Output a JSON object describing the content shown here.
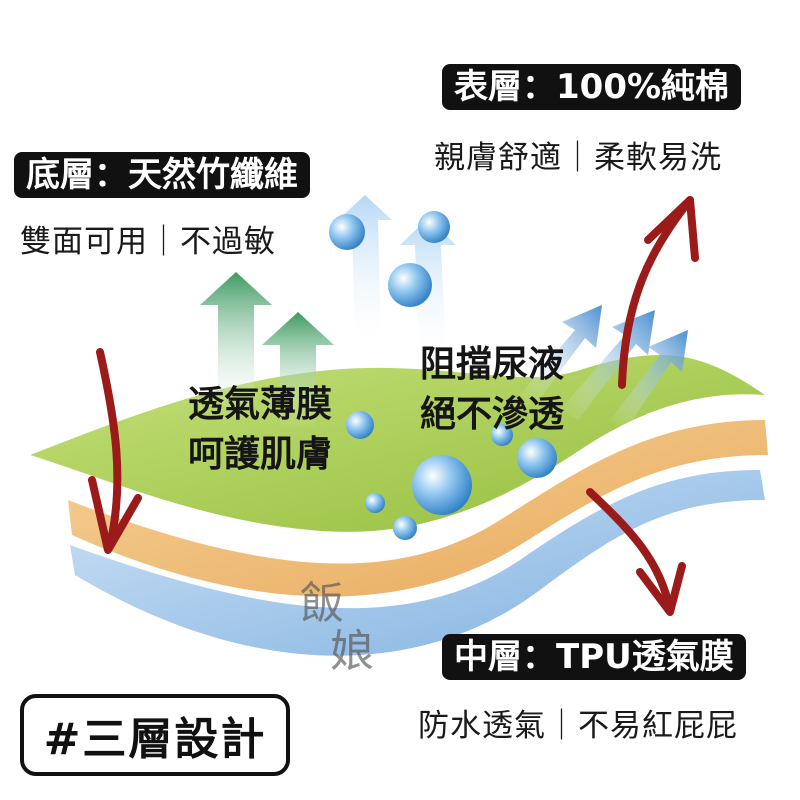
{
  "layers": {
    "top": {
      "title": "表層：100%純棉",
      "desc": "親膚舒適｜柔軟易洗"
    },
    "bottom": {
      "title": "底層：天然竹纖維",
      "desc": "雙面可用｜不過敏"
    },
    "middle": {
      "title": "中層：TPU透氣膜",
      "desc": "防水透氣｜不易紅屁屁"
    }
  },
  "center_left": {
    "line1": "透氣薄膜",
    "line2": "呵護肌膚"
  },
  "center_right": {
    "line1": "阻擋尿液",
    "line2": "絕不滲透"
  },
  "design_tag": "#三層設計",
  "watermark": {
    "char1": "飯",
    "char2": "娘"
  },
  "colors": {
    "green_layer": "#a9cc4a",
    "orange_layer": "#f0c07a",
    "blue_layer": "#9ec3e8",
    "arrow_red": "#9b1a1a",
    "green_arrow": "#4aa36a",
    "blue_arrow": "#5b9bd5",
    "label_bg": "#111111"
  }
}
